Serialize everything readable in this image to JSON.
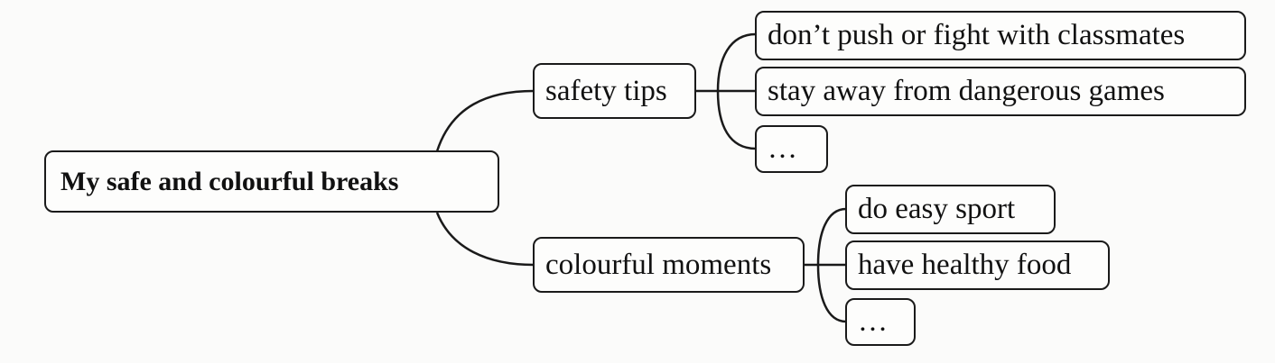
{
  "root": {
    "label": "My safe and colourful breaks"
  },
  "branches": [
    {
      "label": "safety tips",
      "leaves": [
        {
          "label": "don’t push or fight with classmates"
        },
        {
          "label": "stay away from dangerous games"
        },
        {
          "label": "…"
        }
      ]
    },
    {
      "label": "colourful moments",
      "leaves": [
        {
          "label": "do easy sport"
        },
        {
          "label": "have healthy food"
        },
        {
          "label": "…"
        }
      ]
    }
  ]
}
